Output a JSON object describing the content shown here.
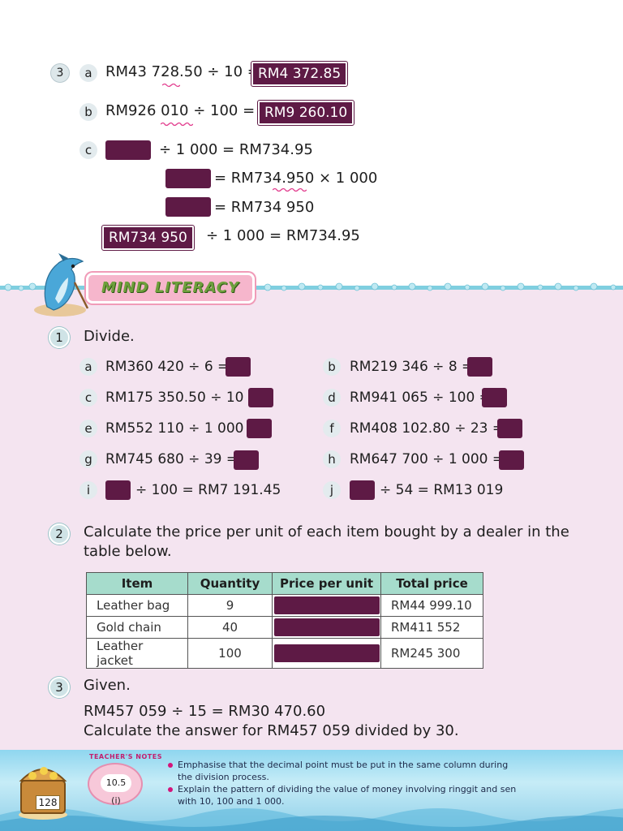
{
  "example3": {
    "num": "3",
    "a": {
      "letter": "a",
      "expr": "RM43 728.50 ÷ 10 =",
      "answer": "RM4 372.85"
    },
    "b": {
      "letter": "b",
      "expr": "RM926 010 ÷  100 =",
      "answer": "RM9 260.10"
    },
    "c": {
      "letter": "c",
      "line1": "÷ 1 000 = RM734.95",
      "line2": "= RM734.950 × 1 000",
      "line3": "= RM734 950",
      "line4_answer": "RM734 950",
      "line4": "÷ 1 000 = RM734.95"
    }
  },
  "banner": {
    "title": "MIND LITERACY"
  },
  "q1": {
    "num": "1",
    "instruction": "Divide.",
    "items": [
      {
        "letter": "a",
        "expr": "RM360 420 ÷ 6 ="
      },
      {
        "letter": "b",
        "expr": "RM219 346 ÷ 8 ="
      },
      {
        "letter": "c",
        "expr": "RM175 350.50 ÷ 10 ="
      },
      {
        "letter": "d",
        "expr": "RM941 065 ÷ 100 ="
      },
      {
        "letter": "e",
        "expr": "RM552 110 ÷ 1 000 ="
      },
      {
        "letter": "f",
        "expr": "RM408 102.80 ÷ 23 ="
      },
      {
        "letter": "g",
        "expr": "RM745 680 ÷ 39 ="
      },
      {
        "letter": "h",
        "expr": "RM647 700 ÷ 1 000 ="
      },
      {
        "letter": "i",
        "expr": "÷ 100 = RM7 191.45"
      },
      {
        "letter": "j",
        "expr": "÷ 54 = RM13 019"
      }
    ]
  },
  "q2": {
    "num": "2",
    "line1": "Calculate the price per unit of each item bought by a dealer in the",
    "line2": "table below.",
    "table": {
      "headers": [
        "Item",
        "Quantity",
        "Price per unit",
        "Total price"
      ],
      "rows": [
        {
          "item": "Leather bag",
          "quantity": "9",
          "total": "RM44 999.10"
        },
        {
          "item": "Gold chain",
          "quantity": "40",
          "total": "RM411 552"
        },
        {
          "item": "Leather jacket",
          "quantity": "100",
          "total": "RM245 300"
        }
      ]
    }
  },
  "q3": {
    "num": "3",
    "given": "Given.",
    "line1": "RM457 059 ÷ 15 = RM30 470.60",
    "line2": "Calculate the answer for RM457 059 divided by 30."
  },
  "footer": {
    "teachers_notes": "TEACHER'S NOTES",
    "ref": "10.5 (i)",
    "page": "128",
    "note1_line1": "Emphasise that the decimal point must be put in the same column during",
    "note1_line2": "the division process.",
    "note2_line1": "Explain the pattern of dividing the value of money involving ringgit and sen",
    "note2_line2": "with 10, 100 and 1 000."
  },
  "colors": {
    "answer_box": "#5e1a45",
    "pink_bg": "#f4e4f0",
    "table_header": "#a6dccc"
  }
}
